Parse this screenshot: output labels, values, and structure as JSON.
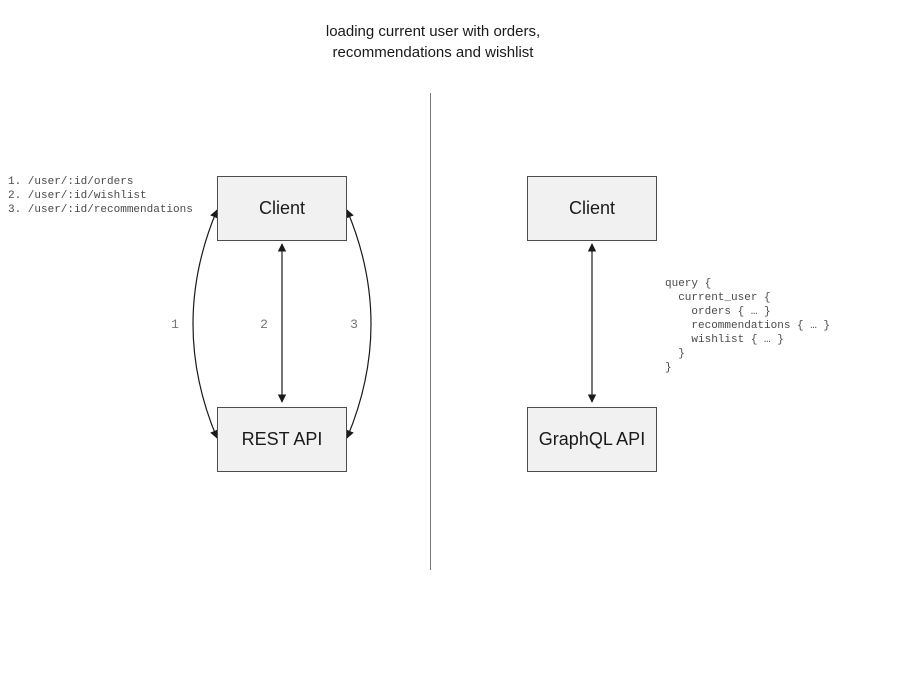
{
  "title": {
    "line1": "loading current user with orders,",
    "line2": "recommendations and wishlist"
  },
  "rest_panel": {
    "endpoints": [
      "1. /user/:id/orders",
      "2. /user/:id/wishlist",
      "3. /user/:id/recommendations"
    ],
    "client_label": "Client",
    "api_label": "REST API",
    "arrow_labels": [
      "1",
      "2",
      "3"
    ]
  },
  "graphql_panel": {
    "client_label": "Client",
    "api_label": "GraphQL API",
    "query_lines": [
      "query {",
      "  current_user {",
      "    orders { … }",
      "    recommendations { … }",
      "    wishlist { … }",
      "  }",
      "}"
    ]
  },
  "colors": {
    "background": "#ffffff",
    "box-fill": "#f1f1f1",
    "box-border": "#4d4d4d",
    "arrow": "#1a1a1a",
    "text-primary": "#1a1a1a",
    "code-text": "#4a4a4a",
    "label-text": "#757575",
    "divider": "#757575"
  }
}
